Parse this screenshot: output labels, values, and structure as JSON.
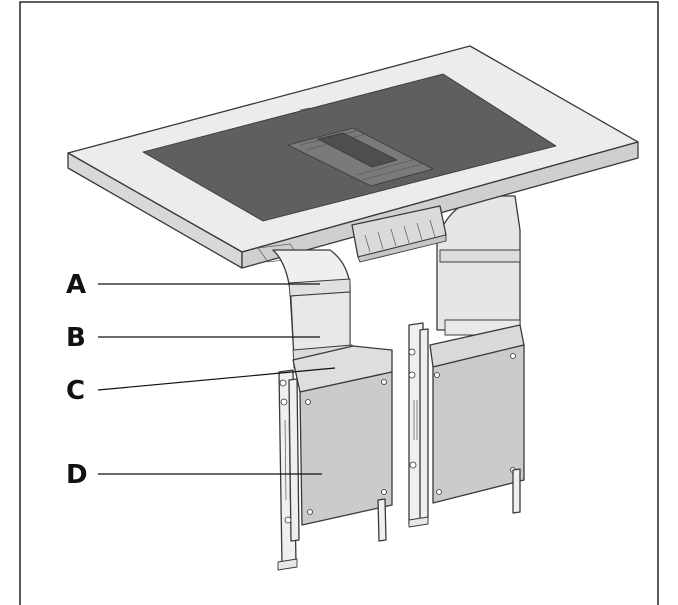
{
  "labels": {
    "a": "A",
    "b": "B",
    "c": "C",
    "d": "D"
  },
  "colors": {
    "worktop": "#e4e4e4",
    "glass": "#5f5f5f",
    "duct": "#ebebeb",
    "box": "#cfcfcf",
    "outline": "#3a3a3a"
  }
}
